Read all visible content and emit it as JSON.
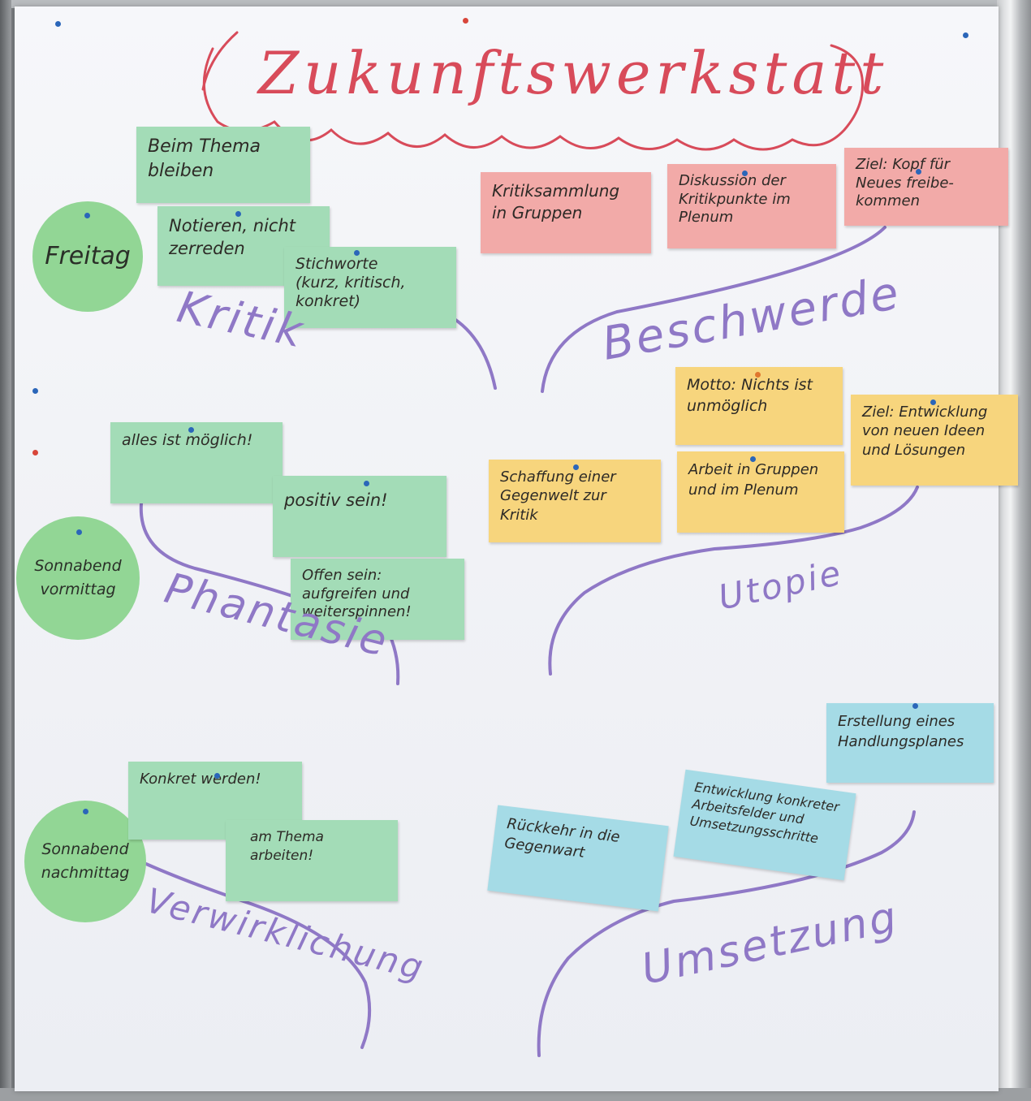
{
  "title": "Zukunftswerkstatt",
  "days": {
    "freitag": "Freitag",
    "sonnabend_vormittag": "Sonnabend\nvormittag",
    "sonnabend_nachmittag": "Sonnabend\nnachmittag"
  },
  "phases": {
    "kritik": "Kritik",
    "beschwerde": "Beschwerde",
    "phantasie": "Phantasie",
    "utopie": "Utopie",
    "verwirklichung": "Verwirklichung",
    "umsetzung": "Umsetzung"
  },
  "cards": {
    "beim_thema": "Beim Thema\nbleiben",
    "notieren": "Notieren, nicht\nzerreden",
    "stichworte": "Stichworte\n(kurz, kritisch,\nkonkret)",
    "kritiksammlung": "Kritiksammlung\nin Gruppen",
    "diskussion": "Diskussion der\nKritikpunkte im\nPlenum",
    "ziel_kopf": "Ziel: Kopf für\nNeues freibe-\nkommen",
    "alles_moeglich": "alles ist möglich!",
    "positiv": "positiv sein!",
    "offen": "Offen sein:\naufgreifen und\nweiterspinnen!",
    "motto": "Motto: Nichts ist\nunmöglich",
    "ziel_entwicklung": "Ziel: Entwicklung\nvon neuen Ideen\nund Lösungen",
    "schaffung": "Schaffung einer\nGegenwelt zur\nKritik",
    "arbeit_gruppen": "Arbeit in Gruppen\nund im Plenum",
    "konkret": "Konkret werden!",
    "am_thema": "am Thema\narbeiten!",
    "erstellung": "Erstellung eines\nHandlungsplanes",
    "entwicklung_konkreter": "Entwicklung konkreter\nArbeitsfelder und\nUmsetzungsschritte",
    "rueckkehr": "Rückkehr in die\nGegenwart"
  },
  "colors": {
    "green_card": "#a3dcb7",
    "red_card": "#f2aaa8",
    "yellow_card": "#f7d57d",
    "blue_card": "#a5dbe6",
    "day_circle": "#92d695",
    "title_ink": "#d84b5a",
    "phase_ink": "#8f78c6"
  }
}
